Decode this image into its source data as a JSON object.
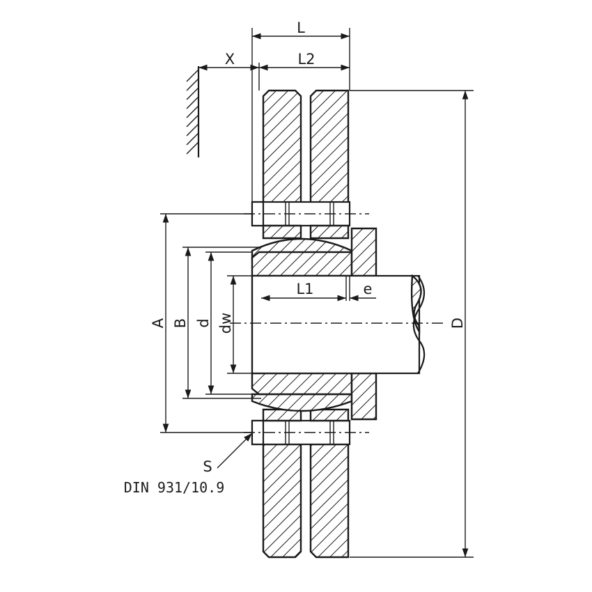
{
  "dimensions": {
    "L": "L",
    "L2": "L2",
    "X": "X",
    "L1": "L1",
    "e": "e",
    "A": "A",
    "B": "B",
    "d": "d",
    "dw": "dw",
    "D": "D",
    "S": "S"
  },
  "callout": {
    "bolt_spec": "DIN 931/10.9"
  }
}
